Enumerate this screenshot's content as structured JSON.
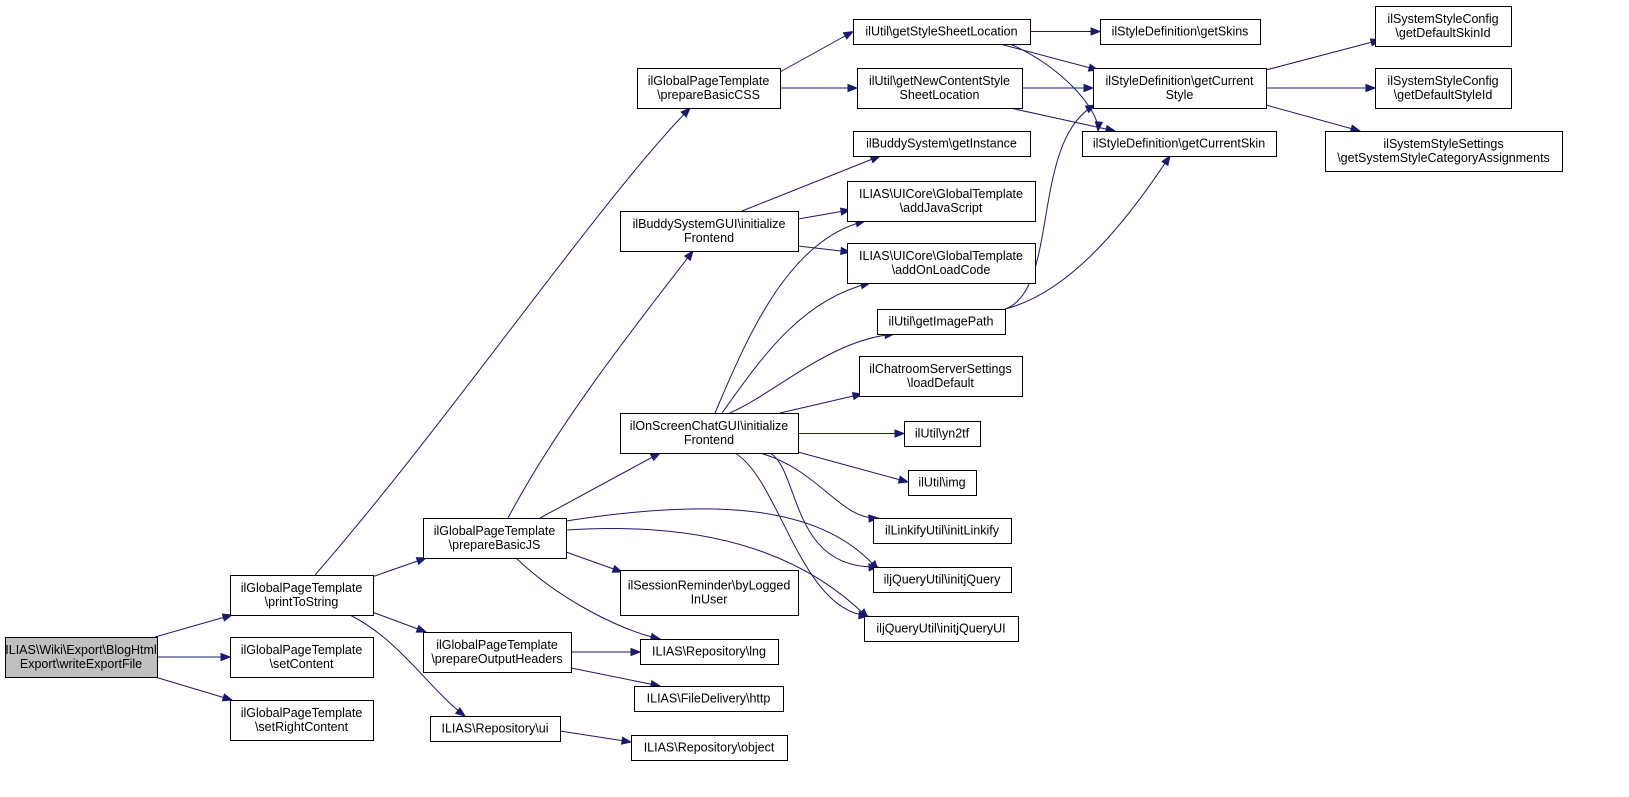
{
  "colors": {
    "edge": "#191970",
    "root_fill": "#bfbfbf",
    "node_fill": "#ffffff",
    "node_border": "#000000"
  },
  "nodes": [
    {
      "id": "root",
      "lines": [
        "ILIAS\\Wiki\\Export\\BlogHtml",
        "Export\\writeExportFile"
      ],
      "root": true
    },
    {
      "id": "printToString",
      "lines": [
        "ilGlobalPageTemplate",
        "\\printToString"
      ]
    },
    {
      "id": "setContent",
      "lines": [
        "ilGlobalPageTemplate",
        "\\setContent"
      ]
    },
    {
      "id": "setRightContent",
      "lines": [
        "ilGlobalPageTemplate",
        "\\setRightContent"
      ]
    },
    {
      "id": "prepareBasicCSS",
      "lines": [
        "ilGlobalPageTemplate",
        "\\prepareBasicCSS"
      ]
    },
    {
      "id": "prepareBasicJS",
      "lines": [
        "ilGlobalPageTemplate",
        "\\prepareBasicJS"
      ]
    },
    {
      "id": "prepareOutputHeaders",
      "lines": [
        "ilGlobalPageTemplate",
        "\\prepareOutputHeaders"
      ]
    },
    {
      "id": "repoUi",
      "lines": [
        "ILIAS\\Repository\\ui"
      ]
    },
    {
      "id": "getStyleSheetLocation",
      "lines": [
        "ilUtil\\getStyleSheetLocation"
      ]
    },
    {
      "id": "getNewContentStyle",
      "lines": [
        "ilUtil\\getNewContentStyle",
        "SheetLocation"
      ]
    },
    {
      "id": "getBuddyInstance",
      "lines": [
        "ilBuddySystem\\getInstance"
      ]
    },
    {
      "id": "buddyInit",
      "lines": [
        "ilBuddySystemGUI\\initialize",
        "Frontend"
      ]
    },
    {
      "id": "addJavaScript",
      "lines": [
        "ILIAS\\UICore\\GlobalTemplate",
        "\\addJavaScript"
      ]
    },
    {
      "id": "addOnLoadCode",
      "lines": [
        "ILIAS\\UICore\\GlobalTemplate",
        "\\addOnLoadCode"
      ]
    },
    {
      "id": "getImagePath",
      "lines": [
        "ilUtil\\getImagePath"
      ]
    },
    {
      "id": "chatLoadDefault",
      "lines": [
        "ilChatroomServerSettings",
        "\\loadDefault"
      ]
    },
    {
      "id": "oscInit",
      "lines": [
        "ilOnScreenChatGUI\\initialize",
        "Frontend"
      ]
    },
    {
      "id": "yn2tf",
      "lines": [
        "ilUtil\\yn2tf"
      ]
    },
    {
      "id": "img",
      "lines": [
        "ilUtil\\img"
      ]
    },
    {
      "id": "initLinkify",
      "lines": [
        "ilLinkifyUtil\\initLinkify"
      ]
    },
    {
      "id": "initjQuery",
      "lines": [
        "iljQueryUtil\\initjQuery"
      ]
    },
    {
      "id": "initjQueryUI",
      "lines": [
        "iljQueryUtil\\initjQueryUI"
      ]
    },
    {
      "id": "byLoggedInUser",
      "lines": [
        "ilSessionReminder\\byLogged",
        "InUser"
      ]
    },
    {
      "id": "repoLng",
      "lines": [
        "ILIAS\\Repository\\lng"
      ]
    },
    {
      "id": "fileHttp",
      "lines": [
        "ILIAS\\FileDelivery\\http"
      ]
    },
    {
      "id": "repoObject",
      "lines": [
        "ILIAS\\Repository\\object"
      ]
    },
    {
      "id": "getSkins",
      "lines": [
        "ilStyleDefinition\\getSkins"
      ]
    },
    {
      "id": "getCurrentStyle",
      "lines": [
        "ilStyleDefinition\\getCurrent",
        "Style"
      ]
    },
    {
      "id": "getCurrentSkin",
      "lines": [
        "ilStyleDefinition\\getCurrentSkin"
      ]
    },
    {
      "id": "defaultSkinId",
      "lines": [
        "ilSystemStyleConfig",
        "\\getDefaultSkinId"
      ]
    },
    {
      "id": "defaultStyleId",
      "lines": [
        "ilSystemStyleConfig",
        "\\getDefaultStyleId"
      ]
    },
    {
      "id": "categoryAssignments",
      "lines": [
        "ilSystemStyleSettings",
        "\\getSystemStyleCategoryAssignments"
      ]
    }
  ],
  "edges": [
    [
      "root",
      "printToString"
    ],
    [
      "root",
      "setContent"
    ],
    [
      "root",
      "setRightContent"
    ],
    [
      "printToString",
      "prepareBasicCSS"
    ],
    [
      "printToString",
      "prepareBasicJS"
    ],
    [
      "printToString",
      "prepareOutputHeaders"
    ],
    [
      "printToString",
      "repoUi"
    ],
    [
      "prepareBasicCSS",
      "getStyleSheetLocation"
    ],
    [
      "prepareBasicCSS",
      "getNewContentStyle"
    ],
    [
      "getStyleSheetLocation",
      "getSkins"
    ],
    [
      "getStyleSheetLocation",
      "getCurrentStyle"
    ],
    [
      "getStyleSheetLocation",
      "getCurrentSkin"
    ],
    [
      "getNewContentStyle",
      "getCurrentStyle"
    ],
    [
      "getNewContentStyle",
      "getCurrentSkin"
    ],
    [
      "getCurrentStyle",
      "defaultSkinId"
    ],
    [
      "getCurrentStyle",
      "defaultStyleId"
    ],
    [
      "getCurrentStyle",
      "categoryAssignments"
    ],
    [
      "prepareBasicJS",
      "buddyInit"
    ],
    [
      "prepareBasicJS",
      "oscInit"
    ],
    [
      "prepareBasicJS",
      "initjQuery"
    ],
    [
      "prepareBasicJS",
      "initjQueryUI"
    ],
    [
      "prepareBasicJS",
      "byLoggedInUser"
    ],
    [
      "prepareBasicJS",
      "repoLng"
    ],
    [
      "buddyInit",
      "getBuddyInstance"
    ],
    [
      "buddyInit",
      "addJavaScript"
    ],
    [
      "buddyInit",
      "addOnLoadCode"
    ],
    [
      "oscInit",
      "addJavaScript"
    ],
    [
      "oscInit",
      "addOnLoadCode"
    ],
    [
      "oscInit",
      "getImagePath"
    ],
    [
      "oscInit",
      "chatLoadDefault"
    ],
    [
      "oscInit",
      "yn2tf"
    ],
    [
      "oscInit",
      "img"
    ],
    [
      "oscInit",
      "initLinkify"
    ],
    [
      "oscInit",
      "initjQuery"
    ],
    [
      "oscInit",
      "initjQueryUI"
    ],
    [
      "getImagePath",
      "getCurrentStyle"
    ],
    [
      "getImagePath",
      "getCurrentSkin"
    ],
    [
      "prepareOutputHeaders",
      "repoLng"
    ],
    [
      "prepareOutputHeaders",
      "fileHttp"
    ],
    [
      "repoUi",
      "repoObject"
    ]
  ]
}
